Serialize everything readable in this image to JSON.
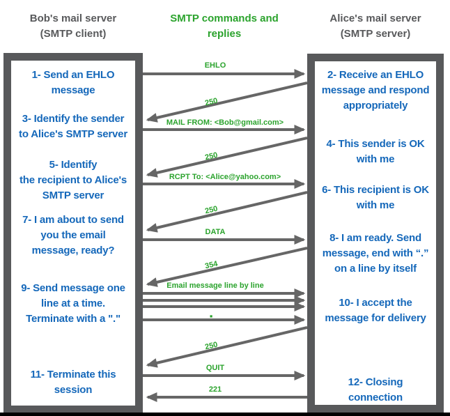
{
  "header": {
    "client": "Bob's mail server\n(SMTP client)",
    "middle": "SMTP commands and\nreplies",
    "server": "Alice's mail server\n(SMTP server)"
  },
  "client_box": {
    "steps": [
      "1- Send an EHLO\nmessage",
      "3- Identify the sender\nto Alice's SMTP server",
      "5- Identify\nthe recipient to Alice's\nSMTP server",
      "7- I am about to send\nyou the email\nmessage, ready?",
      "9- Send message one\nline at a time.\nTerminate with a \".\"",
      "11- Terminate this\nsession"
    ]
  },
  "server_box": {
    "steps": [
      "2- Receive an EHLO\nmessage and respond\nappropriately",
      "4- This sender is OK\nwith me",
      "6- This recipient is OK\nwith me",
      "8-  I am ready. Send\nmessage, end with “.”\non a line by itself",
      "10-  I accept the\nmessage for delivery",
      "12-  Closing\nconnection"
    ]
  },
  "lane": {
    "labels": {
      "ehlo": "EHLO",
      "reply_250_1": "250",
      "mail_from": "MAIL FROM: <Bob@gmail.com>",
      "reply_250_2": "250",
      "rcpt_to": "RCPT To: <Alice@yahoo.com>",
      "reply_250_3": "250",
      "data": "DATA",
      "reply_354": "354",
      "email_lines": "Email message line by line",
      "dot": "▪",
      "reply_250_4": "250",
      "quit": "QUIT",
      "reply_221": "221"
    }
  },
  "colors": {
    "blue": "#1568BA",
    "green": "#2BA32D",
    "gray": "#58595B",
    "arrow": "#666666",
    "black_bar": "#000000"
  }
}
